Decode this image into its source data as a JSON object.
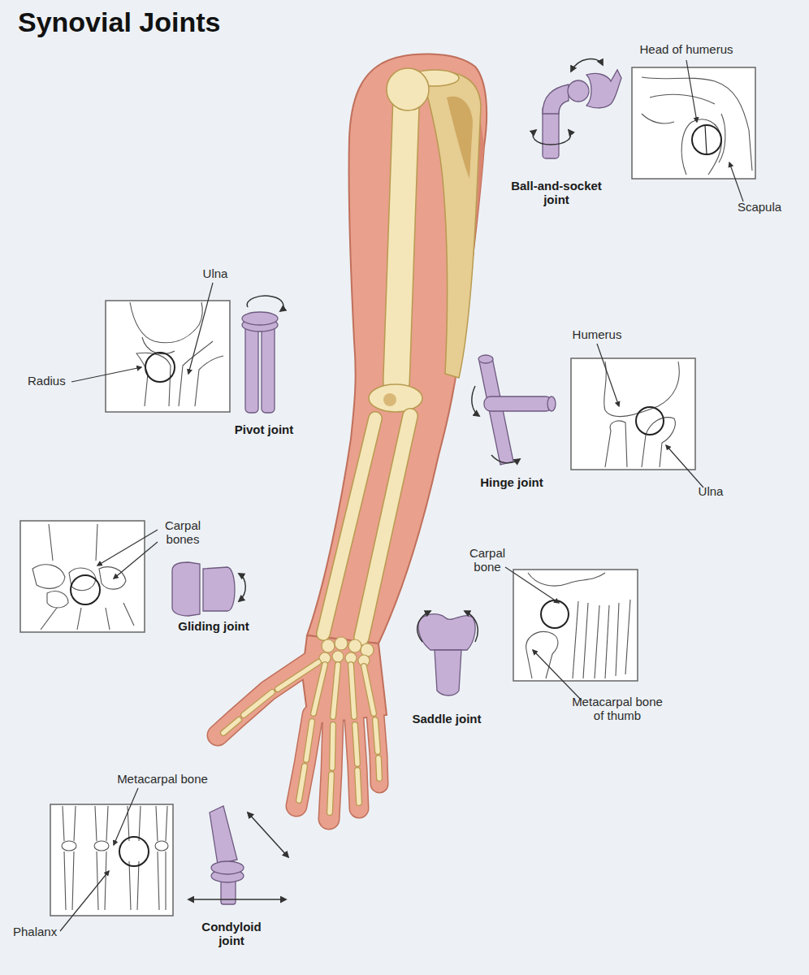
{
  "diagram": {
    "title": "Synovial Joints",
    "labels": [
      "Head of humerus",
      "Scapula",
      "Ball-and-socket joint",
      "Ulna",
      "Radius",
      "Pivot joint",
      "Humerus",
      "Hinge joint",
      "Ulna",
      "Carpal bones",
      "Gliding joint",
      "Carpal bone",
      "Metacarpal bone of thumb",
      "Saddle joint",
      "Metacarpal bone",
      "Phalanx",
      "Condyloid joint"
    ]
  }
}
